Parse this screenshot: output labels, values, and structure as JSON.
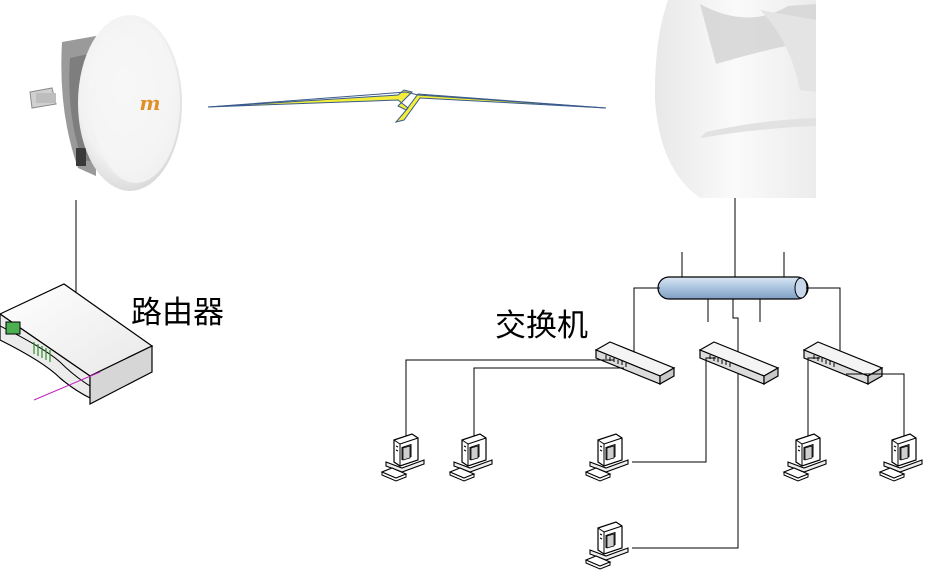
{
  "labels": {
    "router": "路由器",
    "switch": "交换机"
  },
  "antenna_logo": "m",
  "colors": {
    "bolt_fill": "#f2ee3a",
    "bolt_stroke": "#3a5a8c",
    "backbone_fill": "#a9c3df",
    "line": "#000000"
  },
  "icons": [
    "wireless-antenna-icon",
    "router-icon",
    "backbone-bus-icon",
    "switch-icon",
    "computer-icon"
  ]
}
